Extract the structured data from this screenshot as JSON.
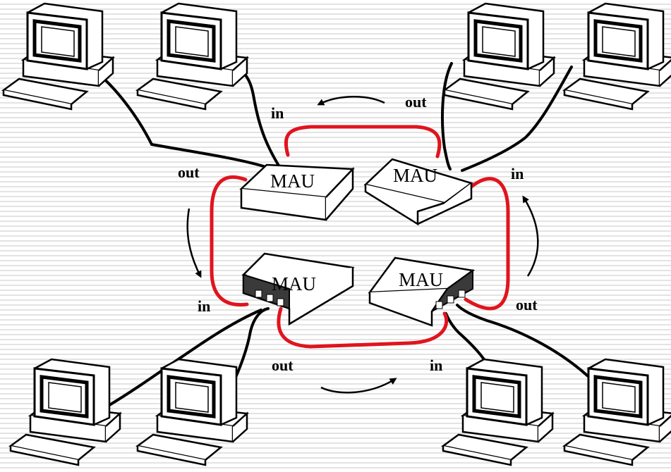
{
  "maus": [
    {
      "id": "top-left",
      "label": "MAU"
    },
    {
      "id": "top-right",
      "label": "MAU"
    },
    {
      "id": "bottom-left",
      "label": "MAU"
    },
    {
      "id": "bottom-right",
      "label": "MAU"
    }
  ],
  "port_labels": {
    "top_in": "in",
    "top_out": "out",
    "left_out": "out",
    "left_in": "in",
    "right_in": "in",
    "right_out": "out",
    "bottom_out": "out",
    "bottom_in": "in"
  },
  "colors": {
    "ring": "#e0141e",
    "cable": "#000000",
    "device_fill": "#ffffff",
    "stroke": "#000000"
  },
  "icons": {
    "computer": "computer-icon",
    "arrow": "curved-arrow-icon"
  }
}
